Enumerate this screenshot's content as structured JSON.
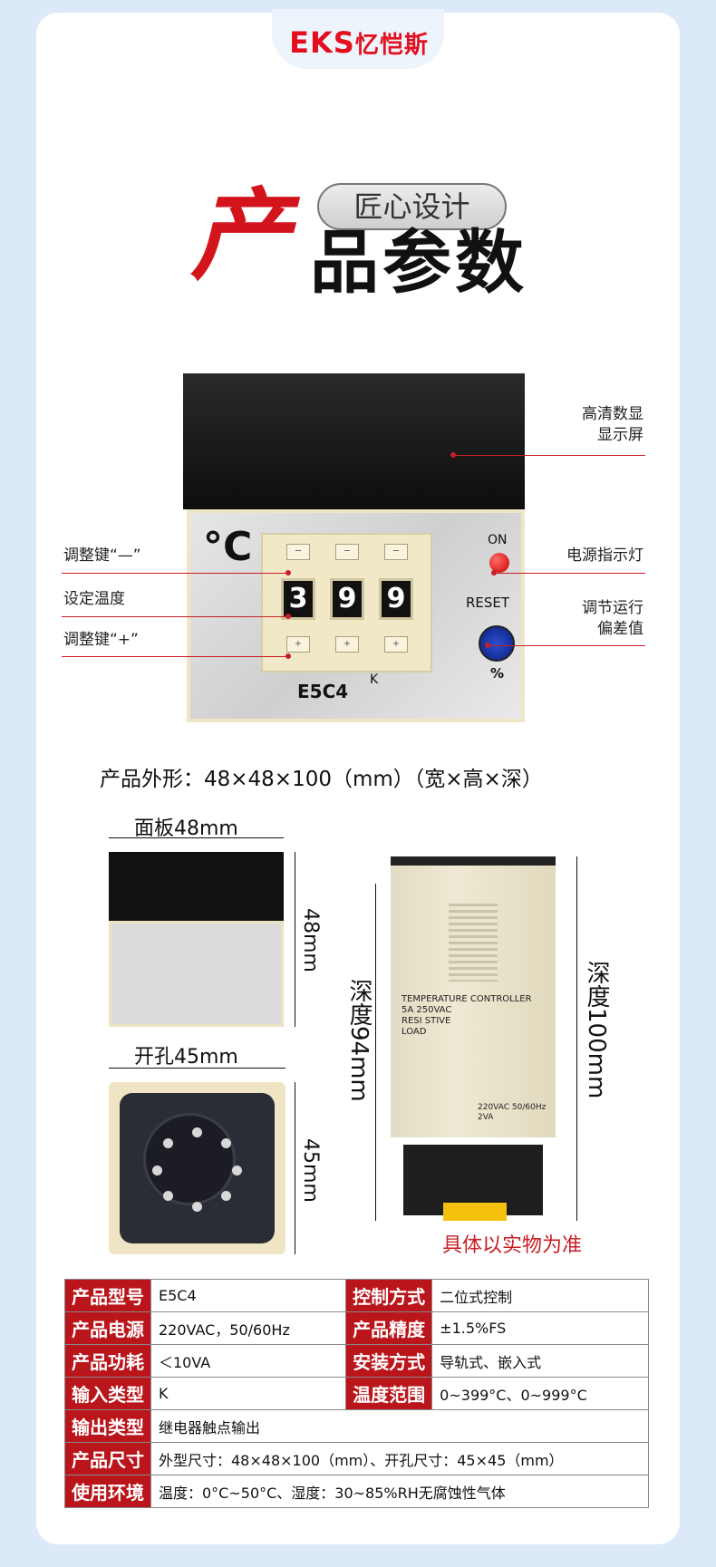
{
  "brand": {
    "logo_latin": "EKS",
    "logo_cn": "忆恺斯",
    "accent": "#e30f1e"
  },
  "hero": {
    "badge": "匠心设计",
    "title_big": "产",
    "title_rest": "品参数"
  },
  "device": {
    "unit_symbol": "°C",
    "digits": [
      "3",
      "9",
      "9"
    ],
    "key_minus_glyph": "─",
    "key_plus_glyph": "+",
    "on_label": "ON",
    "reset_label": "RESET",
    "percent_label": "%",
    "model": "E5C4",
    "model_suffix": "K"
  },
  "callouts": {
    "display": [
      "高清数显",
      "显示屏"
    ],
    "key_minus": "调整键“—”",
    "set_temp": "设定温度",
    "key_plus": "调整键“+”",
    "power_led": "电源指示灯",
    "bias": [
      "调节运行",
      "偏差值"
    ]
  },
  "dimensions": {
    "summary": "产品外形：48×48×100（mm）（宽×高×深）",
    "panel_width": "面板48mm",
    "panel_height": "48mm",
    "cutout_width": "开孔45mm",
    "cutout_height": "45mm",
    "depth_94": "深度94mm",
    "depth_100": "深度100mm",
    "note": "具体以实物为准"
  },
  "side_label": {
    "title": "TEMPERATURE CONTROLLER",
    "rating": [
      "5A 250VAC",
      "RESI STIVE",
      "LOAD"
    ],
    "power": [
      "220VAC 50/60Hz",
      "2VA"
    ]
  },
  "specs": [
    [
      {
        "h": "产品型号",
        "v": "E5C4"
      },
      {
        "h": "控制方式",
        "v": "二位式控制"
      }
    ],
    [
      {
        "h": "产品电源",
        "v": "220VAC，50/60Hz"
      },
      {
        "h": "产品精度",
        "v": "±1.5%FS"
      }
    ],
    [
      {
        "h": "产品功耗",
        "v": "＜10VA"
      },
      {
        "h": "安装方式",
        "v": "导轨式、嵌入式"
      }
    ],
    [
      {
        "h": "输入类型",
        "v": "K"
      },
      {
        "h": "温度范围",
        "v": "0~399°C、0~999°C"
      }
    ],
    [
      {
        "h": "输出类型",
        "v": "继电器触点输出"
      }
    ],
    [
      {
        "h": "产品尺寸",
        "v": "外型尺寸：48×48×100（mm）、开孔尺寸：45×45（mm）"
      }
    ],
    [
      {
        "h": "使用环境",
        "v": "温度：0°C~50°C、湿度：30~85%RH无腐蚀性气体"
      }
    ]
  ]
}
